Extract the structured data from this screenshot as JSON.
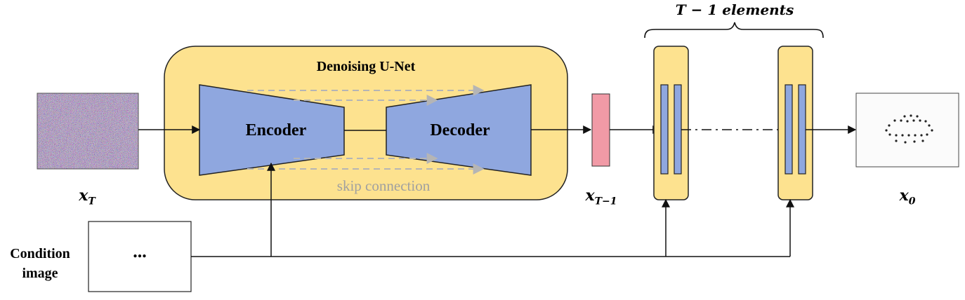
{
  "title_unet": "Denoising U-Net",
  "encoder_label": "Encoder",
  "decoder_label": "Decoder",
  "skip_label": "skip connection",
  "input_symbol": "x",
  "input_sub": "T",
  "mid_symbol": "x",
  "mid_sub": "T−1",
  "output_symbol": "x",
  "output_sub": "0",
  "elements_label": "T − 1 elements",
  "condition_label_line1": "Condition",
  "condition_label_line2": "image",
  "condition_box_text": "...",
  "colors": {
    "unet_fill": "#FDE28F",
    "block_fill": "#8FA7DF",
    "latent_fill": "#F19AA6",
    "skip_gray": "#9E9E9E",
    "stroke": "#222222"
  }
}
